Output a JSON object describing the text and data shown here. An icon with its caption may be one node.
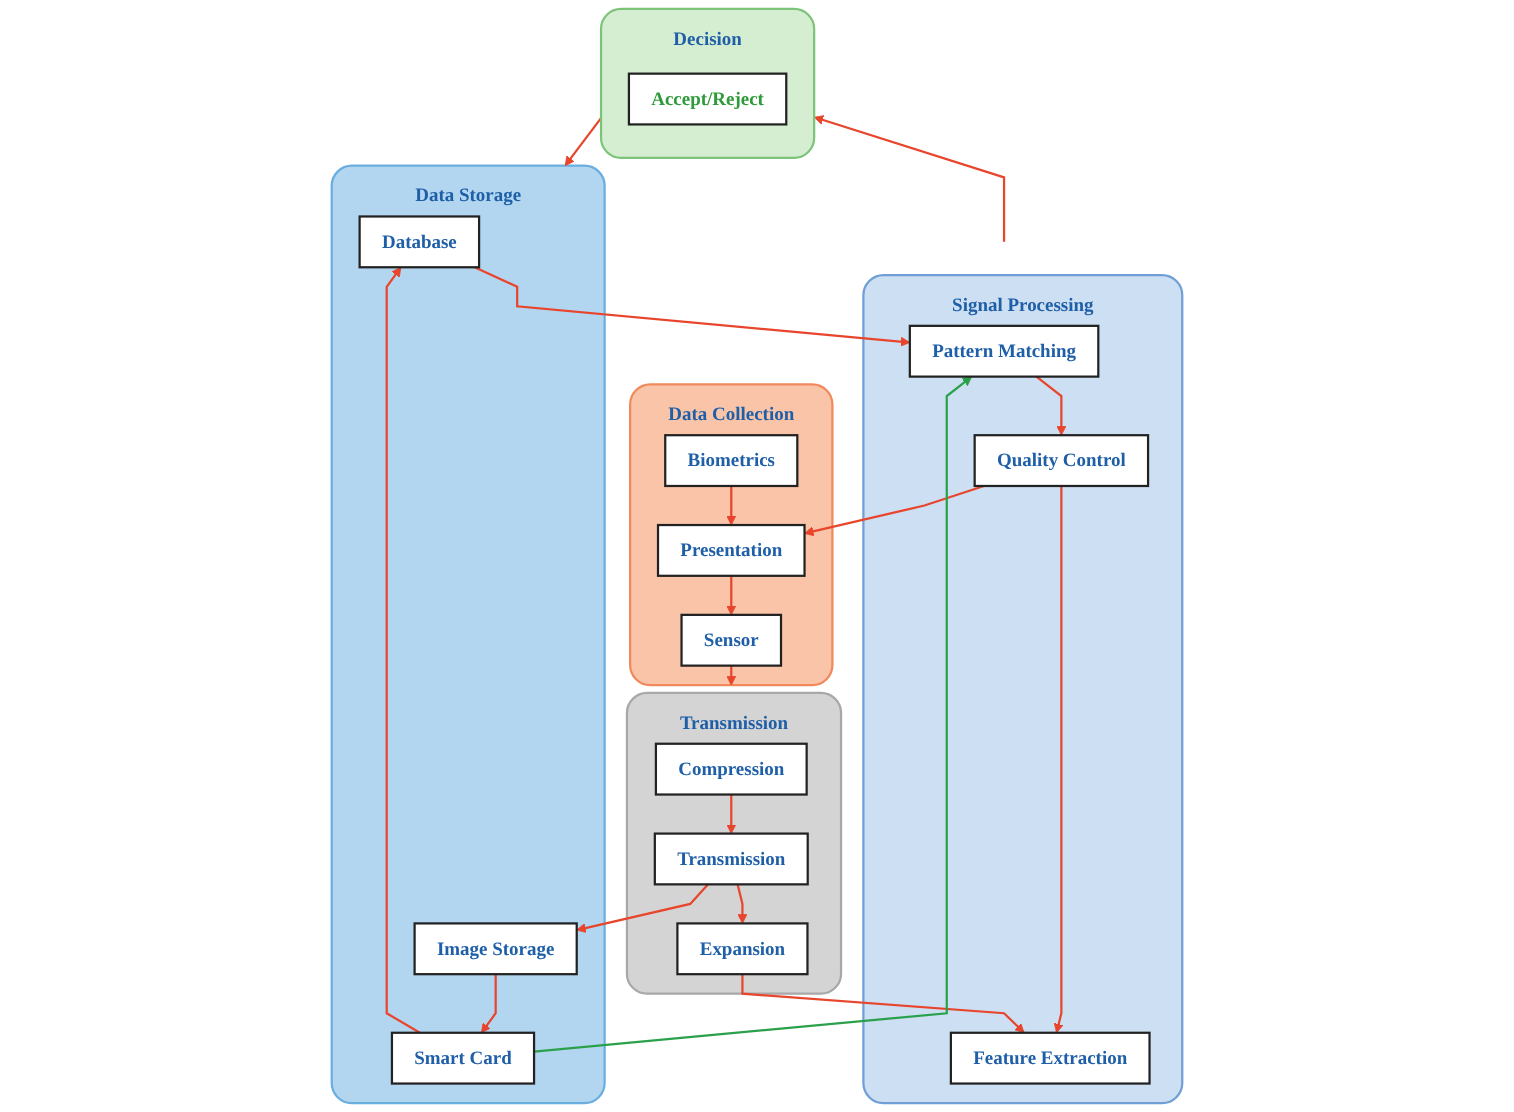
{
  "diagram": {
    "nodes": [
      {
        "text": [
          "Data Collection"
        ]
      },
      {
        "text": [
          "Biometrics"
        ],
        "in": 0
      },
      {
        "text": [
          "Presentation"
        ],
        "in": 0
      },
      {
        "text": [
          "Sensor"
        ],
        "in": 0
      },
      {
        "text": [
          "Transmission"
        ]
      },
      {
        "text": [
          "Compression"
        ],
        "in": 4
      },
      {
        "text": [
          "Transmission"
        ],
        "in": 4
      },
      {
        "text": [
          "Expansion"
        ],
        "in": 4
      },
      {
        "text": [
          "Signal Processing"
        ]
      },
      {
        "text": [
          "Pattern Matching"
        ],
        "in": 8
      },
      {
        "text": [
          "Quality Control"
        ],
        "in": 8
      },
      {
        "text": [
          "Feature Extraction"
        ],
        "in": 8
      },
      {
        "text": [
          "Decision"
        ]
      },
      {
        "text": [
          "Accept/Reject"
        ],
        "in": 12
      },
      {
        "text": [
          "Data Storage"
        ]
      },
      {
        "text": [
          "Database"
        ],
        "in": 14
      },
      {
        "text": [
          "Smart Card"
        ],
        "in": 14
      },
      {
        "text": [
          "Image Storage"
        ],
        "in": 14
      }
    ],
    "edges": [
      {
        "from": 1,
        "to": 2,
        "arrow": "to"
      },
      {
        "from": 2,
        "to": 3,
        "arrow": "to"
      },
      {
        "from": 3,
        "to": 4,
        "arrow": "to"
      },
      {
        "from": 5,
        "to": 6,
        "arrow": "to"
      },
      {
        "from": 6,
        "to": 7,
        "arrow": "to"
      },
      {
        "from": 10,
        "to": 2,
        "arrow": "to"
      },
      {
        "from": 9,
        "to": 10,
        "arrow": "to"
      },
      {
        "from": 10,
        "to": 11,
        "arrow": "to"
      },
      {
        "from": 7,
        "to": 11,
        "arrow": "to"
      },
      {
        "from": 6,
        "to": 17,
        "arrow": "to"
      },
      {
        "from": 8,
        "to": 12,
        "arrow": "to"
      },
      {
        "from": 12,
        "to": 14,
        "arrow": "to"
      },
      {
        "from": 15,
        "to": 9,
        "arrow": "to"
      },
      {
        "from": 16,
        "to": 9,
        "arrow": "to",
        "color": "#2aa04a"
      },
      {
        "from": 16,
        "to": 15,
        "arrow": "to"
      },
      {
        "from": 17,
        "to": 16,
        "arrow": "to"
      }
    ]
  }
}
